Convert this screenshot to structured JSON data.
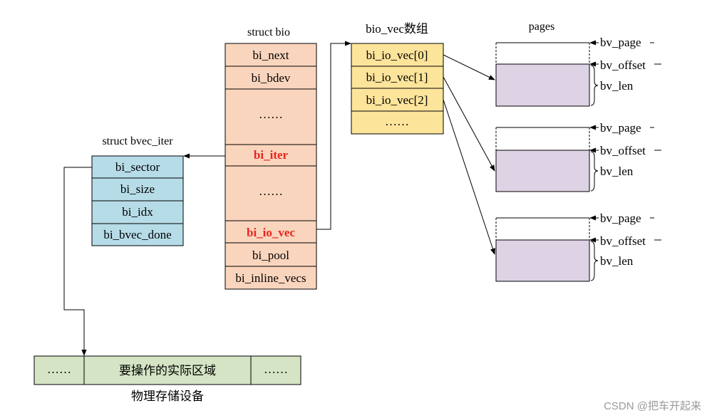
{
  "struct_bio": {
    "title": "struct bio",
    "fields": [
      "bi_next",
      "bi_bdev",
      "……",
      "bi_iter",
      "……",
      "bi_io_vec",
      "bi_pool",
      "bi_inline_vecs"
    ],
    "highlighted": [
      "bi_iter",
      "bi_io_vec"
    ]
  },
  "bvec_iter": {
    "title": "struct bvec_iter",
    "fields": [
      "bi_sector",
      "bi_size",
      "bi_idx",
      "bi_bvec_done"
    ]
  },
  "bio_vec": {
    "title": "bio_vec数组",
    "items": [
      "bi_io_vec[0]",
      "bi_io_vec[1]",
      "bi_io_vec[2]",
      "……"
    ]
  },
  "pages": {
    "title": "pages",
    "labels": {
      "page": "bv_page",
      "offset": "bv_offset",
      "len": "bv_len"
    }
  },
  "storage": {
    "left": "……",
    "middle": "要操作的实际区域",
    "right": "……",
    "caption": "物理存储设备"
  },
  "watermark": "CSDN @把车开起来",
  "colors": {
    "bio_fill": "#fad5bd",
    "bvec_iter_fill": "#b6dce8",
    "bio_vec_fill": "#fde49b",
    "page_fill": "#ddd3e4",
    "storage_fill": "#d4e4c4",
    "highlight_text": "#e8251f"
  }
}
